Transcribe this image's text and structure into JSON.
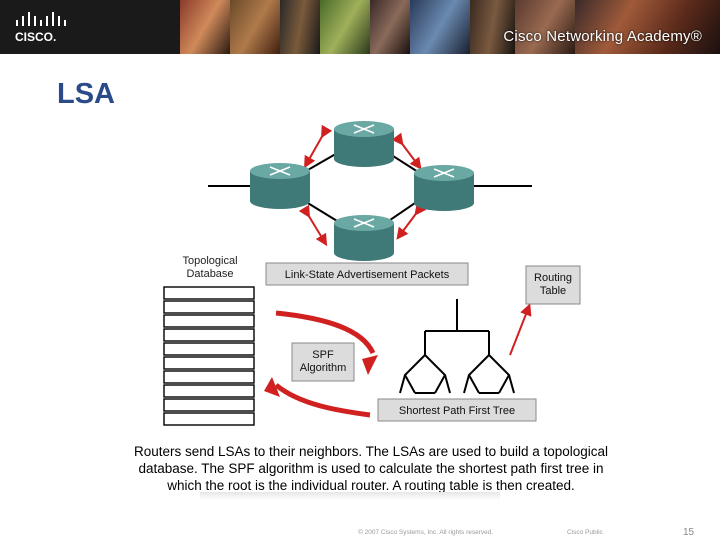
{
  "header": {
    "logo_text": "CISCO.",
    "academy_text": "Cisco Networking Academy®"
  },
  "slide": {
    "title": "LSA"
  },
  "diagram": {
    "topological_database_label": [
      "Topological",
      "Database"
    ],
    "lsa_packets_label": "Link-State Advertisement Packets",
    "spf_label": [
      "SPF",
      "Algorithm"
    ],
    "routing_table_label": [
      "Routing",
      "Table"
    ],
    "spf_tree_label": "Shortest Path First Tree"
  },
  "caption": {
    "lines": [
      "Routers send LSAs to their neighbors. The LSAs are used to build a topological",
      "database. The SPF algorithm is used to calculate the shortest path first tree in",
      "which the root is the individual router. A routing table is then created."
    ]
  },
  "footer": {
    "copyright": "© 2007 Cisco Systems, Inc. All rights reserved.",
    "classification": "Cisco Public",
    "page_number": "15"
  },
  "colors": {
    "title": "#2b4a8a",
    "router": "#4f8e8a",
    "arrow_red": "#d02020"
  }
}
